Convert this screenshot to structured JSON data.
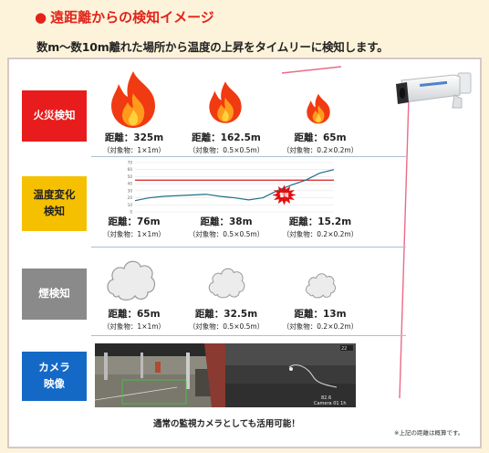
{
  "header": {
    "title": "遠距離からの検知イメージ",
    "subtitle": "数m～数10m離れた場所から温度の上昇をタイムリーに検知します。"
  },
  "rows": {
    "fire": {
      "label": "火災検知",
      "items": [
        {
          "distance": "距離：325m",
          "object": "（対象物：1×1m）"
        },
        {
          "distance": "距離：162.5m",
          "object": "（対象物：0.5×0.5m）"
        },
        {
          "distance": "距離：65m",
          "object": "（対象物：0.2×0.2m）"
        }
      ]
    },
    "temp": {
      "label": "温度変化\n検知",
      "items": [
        {
          "distance": "距離：76m",
          "object": "（対象物：1×1m）"
        },
        {
          "distance": "距離：38m",
          "object": "（対象物：0.5×0.5m）"
        },
        {
          "distance": "距離：15.2m",
          "object": "（対象物：0.2×0.2m）"
        }
      ],
      "alert_badge": "警報"
    },
    "smoke": {
      "label": "煙検知",
      "items": [
        {
          "distance": "距離：65m",
          "object": "（対象物：1×1m）"
        },
        {
          "distance": "距離：32.5m",
          "object": "（対象物：0.5×0.5m）"
        },
        {
          "distance": "距離：13m",
          "object": "（対象物：0.2×0.2m）"
        }
      ]
    },
    "camera": {
      "label": "カメラ\n映像",
      "thermal_overlay": "Camera 01 1h",
      "thermal_temp": "82.6"
    }
  },
  "footer": {
    "caption": "通常の監視カメラとしても活用可能！",
    "note": "※上記の距離は概算です。"
  },
  "chart_data": {
    "type": "line",
    "title": "",
    "xlabel": "",
    "ylabel": "",
    "ylim": [
      0,
      70
    ],
    "yticks": [
      "0",
      "10",
      "20",
      "30",
      "40",
      "50",
      "60",
      "70"
    ],
    "grid": true,
    "x": [
      0,
      1,
      2,
      3,
      4,
      5,
      6,
      7,
      8,
      9,
      10,
      11,
      12,
      13,
      14
    ],
    "series": [
      {
        "values": [
          16,
          20,
          22,
          23,
          24,
          25,
          22,
          20,
          17,
          20,
          30,
          38,
          45,
          55,
          60
        ]
      }
    ],
    "threshold": 45,
    "colors": {
      "line": "#1f6f86",
      "threshold": "#d62020",
      "grid": "#e0e0e0"
    }
  },
  "colors": {
    "accent": "#e2231a",
    "fire": "#e81c1c",
    "temp": "#f5c000",
    "smoke": "#8a8a8a",
    "camera": "#1469c7"
  },
  "icons": [
    "flame-icon",
    "cloud-icon",
    "thermal-camera-icon",
    "laser-line"
  ]
}
